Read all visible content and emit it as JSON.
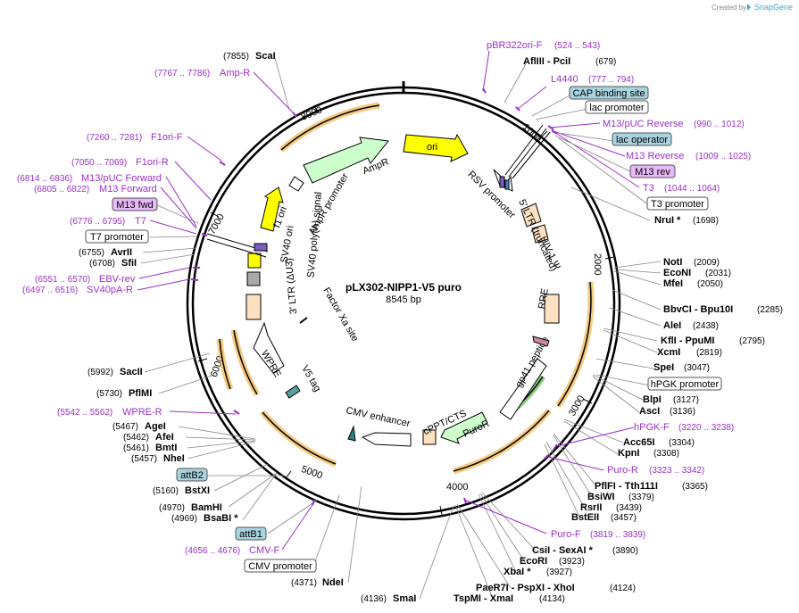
{
  "app": {
    "credit": "Created by",
    "brand": "SnapGene"
  },
  "plasmid": {
    "name": "pLX302-NIPP1-V5 puro",
    "length": "8545 bp"
  },
  "ticks": [
    "1000",
    "2000",
    "3000",
    "4000",
    "5000",
    "6000",
    "7000",
    "8000"
  ],
  "sites": [
    {
      "id": "scai",
      "name": "ScaI",
      "pos": "(7855)"
    },
    {
      "id": "afliii",
      "name": "AflIII  - PciI",
      "pos": "(679)"
    },
    {
      "id": "nrui",
      "name": "NruI *",
      "pos": "(1698)"
    },
    {
      "id": "noti",
      "name": "NotI",
      "pos": "(2009)"
    },
    {
      "id": "econi",
      "name": "EcoNI",
      "pos": "(2031)"
    },
    {
      "id": "mfei",
      "name": "MfeI",
      "pos": "(2050)"
    },
    {
      "id": "bbvci",
      "name": "BbvCI  - Bpu10I",
      "pos": "(2285)"
    },
    {
      "id": "alei",
      "name": "AleI",
      "pos": "(2438)"
    },
    {
      "id": "kfli",
      "name": "KflI  - PpuMI",
      "pos": "(2795)"
    },
    {
      "id": "xcmi",
      "name": "XcmI",
      "pos": "(2819)"
    },
    {
      "id": "spei",
      "name": "SpeI",
      "pos": "(3047)"
    },
    {
      "id": "blpi",
      "name": "BlpI",
      "pos": "(3127)"
    },
    {
      "id": "asci",
      "name": "AscI",
      "pos": "(3136)"
    },
    {
      "id": "acc65i",
      "name": "Acc65I",
      "pos": "(3304)"
    },
    {
      "id": "kpni",
      "name": "KpnI",
      "pos": "(3308)"
    },
    {
      "id": "pflfi",
      "name": "PflFI  - Tth111I",
      "pos": "(3365)"
    },
    {
      "id": "bsiwi",
      "name": "BsiWI",
      "pos": "(3379)"
    },
    {
      "id": "rsrii",
      "name": "RsrII",
      "pos": "(3439)"
    },
    {
      "id": "bsteii",
      "name": "BstEII",
      "pos": "(3457)"
    },
    {
      "id": "csii",
      "name": "CsiI  - SexAI *",
      "pos": "(3890)"
    },
    {
      "id": "ecori",
      "name": "EcoRI",
      "pos": "(3923)"
    },
    {
      "id": "xbai",
      "name": "XbaI *",
      "pos": "(3927)"
    },
    {
      "id": "paer7i",
      "name": "PaeR7I  - PspXI  - XhoI",
      "pos": "(4124)"
    },
    {
      "id": "tspmi",
      "name": "TspMI  - XmaI",
      "pos": "(4134)"
    },
    {
      "id": "smai",
      "name": "SmaI",
      "pos": "(4136)"
    },
    {
      "id": "ndei",
      "name": "NdeI",
      "pos": "(4371)"
    },
    {
      "id": "bsabi",
      "name": "BsaBI *",
      "pos": "(4969)"
    },
    {
      "id": "bamhi",
      "name": "BamHI",
      "pos": "(4970)"
    },
    {
      "id": "bstxi",
      "name": "BstXI",
      "pos": "(5160)"
    },
    {
      "id": "nhei",
      "name": "NheI",
      "pos": "(5457)"
    },
    {
      "id": "bmti",
      "name": "BmtI",
      "pos": "(5461)"
    },
    {
      "id": "afei",
      "name": "AfeI",
      "pos": "(5462)"
    },
    {
      "id": "agei",
      "name": "AgeI",
      "pos": "(5467)"
    },
    {
      "id": "pflmi",
      "name": "PflMI",
      "pos": "(5730)"
    },
    {
      "id": "sacii",
      "name": "SacII",
      "pos": "(5992)"
    },
    {
      "id": "sfii",
      "name": "SfiI",
      "pos": "(6708)"
    },
    {
      "id": "avrii",
      "name": "AvrII",
      "pos": "(6755)"
    }
  ],
  "primers": [
    {
      "id": "pbr322",
      "name": "pBR322ori-F",
      "pos": "(524 .. 543)"
    },
    {
      "id": "l4440",
      "name": "L4440",
      "pos": "(777 .. 794)"
    },
    {
      "id": "m13puc-rev",
      "name": "M13/pUC Reverse",
      "pos": "(990 .. 1012)"
    },
    {
      "id": "m13-reverse",
      "name": "M13 Reverse",
      "pos": "(1009 .. 1025)"
    },
    {
      "id": "t3",
      "name": "T3",
      "pos": "(1044 .. 1064)"
    },
    {
      "id": "hpgk-f",
      "name": "hPGK-F",
      "pos": "(3220 .. 3238)"
    },
    {
      "id": "puro-r",
      "name": "Puro-R",
      "pos": "(3323 .. 3342)"
    },
    {
      "id": "puro-f",
      "name": "Puro-F",
      "pos": "(3819 .. 3839)"
    },
    {
      "id": "cmv-f",
      "name": "CMV-F",
      "pos": "(4656 .. 4676)"
    },
    {
      "id": "wpre-r",
      "name": "WPRE-R",
      "pos": "(5542 .. 5562)"
    },
    {
      "id": "sv40pa-r",
      "name": "SV40pA-R",
      "pos": "(6497 .. 6516)"
    },
    {
      "id": "ebv-rev",
      "name": "EBV-rev",
      "pos": "(6551 .. 6570)"
    },
    {
      "id": "t7",
      "name": "T7",
      "pos": "(6776 .. 6795)"
    },
    {
      "id": "m13-forward",
      "name": "M13 Forward",
      "pos": "(6805 .. 6822)"
    },
    {
      "id": "m13puc-fwd",
      "name": "M13/pUC Forward",
      "pos": "(6814 .. 6836)"
    },
    {
      "id": "f1ori-r",
      "name": "F1ori-R",
      "pos": "(7050 .. 7069)"
    },
    {
      "id": "f1ori-f",
      "name": "F1ori-F",
      "pos": "(7260 .. 7281)"
    },
    {
      "id": "amp-r",
      "name": "Amp-R",
      "pos": "(7767 .. 7786)"
    }
  ],
  "boxed_features": {
    "cap": "CAP binding site",
    "lacp": "lac promoter",
    "laco": "lac operator",
    "m13rev": "M13 rev",
    "t3p": "T3 promoter",
    "hpgkp": "hPGK promoter",
    "attb2": "attB2",
    "attb1": "attB1",
    "cmvp": "CMV promoter",
    "t7p": "T7 promoter",
    "m13fwd": "M13 fwd"
  },
  "features": {
    "ori": "ori",
    "ampr": "AmpR",
    "ampr_promoter": "AmpR promoter",
    "f1ori": "f1 ori",
    "sv40ori": "SV40 ori",
    "sv40pa": "SV40 poly(A) signal",
    "ltr3": "3' LTR (ΔU3)",
    "wpre": "WPRE",
    "factorxa": "Factor Xa site",
    "v5tag": "V5 tag",
    "cmvenh": "CMV enhancer",
    "cppt": "cPPT/CTS",
    "puror": "PuroR",
    "gp41": "gp41 peptide",
    "rre": "RRE",
    "hiv": "HIV-1 Ψ",
    "ltr5": "5' LTR (truncated)",
    "rsv": "RSV promoter"
  },
  "colors": {
    "primer": "#9b30c8",
    "orf_fill": "#ffffff",
    "orf_glow": "#f0a830",
    "ori": "#ffff00",
    "ampr": "#ccffcc",
    "puro": "#ccffcc",
    "ltr": "#ffe0c0",
    "box_blue": "#a8d4e0",
    "box_violet": "#e8b8f8"
  }
}
